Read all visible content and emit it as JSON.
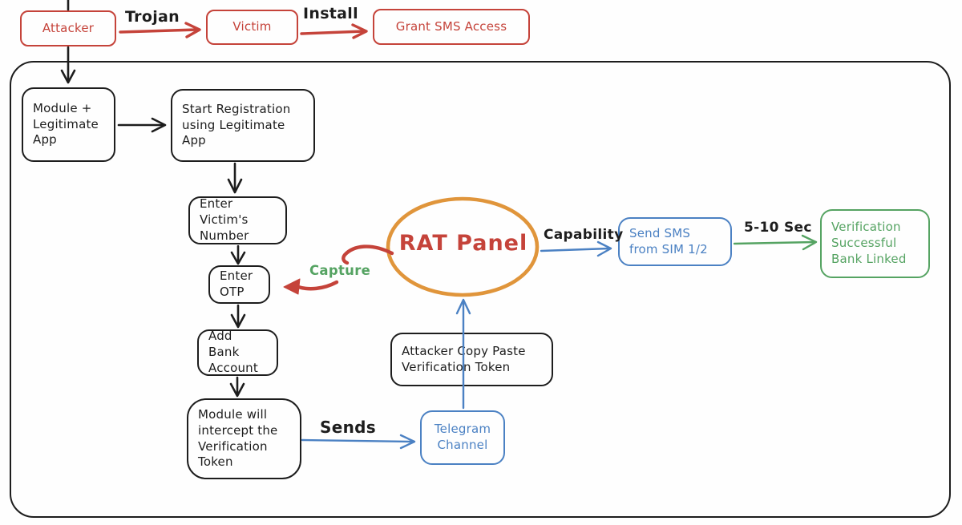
{
  "colors": {
    "ink": "#1d1d1d",
    "red": "#c5433a",
    "orange": "#e0953b",
    "blue": "#4b81c3",
    "green": "#55a362"
  },
  "nodes": {
    "attacker": "Attacker",
    "victim": "Victim",
    "grant_sms": "Grant SMS Access",
    "module_app": "Module +\nLegitimate\nApp",
    "start_registration": "Start Registration\nusing Legitimate\nApp",
    "enter_victims_number": "Enter Victim's\nNumber",
    "enter_otp": "Enter\nOTP",
    "add_bank_account": "Add Bank\nAccount",
    "module_intercept": "Module will\nintercept the\nVerification\nToken",
    "attacker_copy_paste": "Attacker Copy Paste\nVerification Token",
    "telegram_channel": "Telegram\nChannel",
    "rat_panel": "RAT Panel",
    "send_sms": "Send SMS\nfrom SIM 1/2",
    "verification_success": "Verification\nSuccessful\nBank Linked"
  },
  "edge_labels": {
    "trojan": "Trojan",
    "install": "Install",
    "capture": "Capture",
    "capability": "Capability",
    "sends": "Sends",
    "delay": "5-10 Sec"
  }
}
